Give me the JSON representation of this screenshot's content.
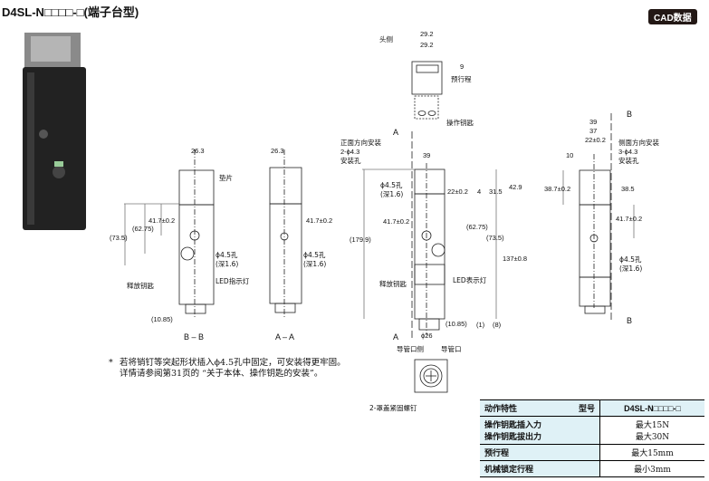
{
  "header": {
    "title": "D4SL-N□□□□-□(端子台型)",
    "cad_badge": "CAD数据"
  },
  "labels": {
    "head": "头侧",
    "dim_29_2_a": "29.2",
    "dim_29_2_b": "29.2",
    "dim_9": "9",
    "pretravel": "预行程",
    "op_key": "操作钥匙",
    "front_mount": "正面方向安装",
    "front_holes": "2-ϕ4.3",
    "mount_hole": "安装孔",
    "dim_39_front": "39",
    "hole45_front": "ϕ4.5孔",
    "depth_front": "(深1.6)",
    "dim_22_front": "22±0.2",
    "dim_4": "4",
    "dim_31_5": "31.5",
    "dim_42_9": "42.9",
    "dim_41_7_front": "41.7±0.2",
    "dim_62_75_front": "(62.75)",
    "dim_73_5_front": "(73.5)",
    "dim_179_9": "(179.9)",
    "dim_137": "137±0.8",
    "release_key_front": "释放钥匙",
    "led_front": "LED表示灯",
    "dim_10_85_front": "(10.85)",
    "dim_1": "(1)",
    "dim_8": "(8)",
    "dim_26": "ϕ26",
    "sec_a_top": "A",
    "sec_a_bot": "A",
    "conduit_front": "导管口侧",
    "conduit": "导管口",
    "cover_screws": "2-罩盖紧固螺钉",
    "dim_39_side": "39",
    "dim_37": "37",
    "dim_22_side": "22±0.2",
    "dim_10": "10",
    "side_mount": "侧面方向安装",
    "side_holes": "3-ϕ4.3",
    "side_hole_label": "安装孔",
    "dim_38_7": "38.7±0.2",
    "dim_38_5": "38.5",
    "dim_41_7_side": "41.7±0.2",
    "hole45_side": "ϕ4.5孔",
    "depth_side": "(深1.6)",
    "sec_b_top": "B",
    "sec_b_bot": "B",
    "dim_26_3_bb": "26.3",
    "dim_26_3_aa": "26.3",
    "gasket": "垫片",
    "dim_41_7_bb": "41.7±0.2",
    "dim_62_75_bb": "(62.75)",
    "dim_73_5_bb": "(73.5)",
    "hole45_bb": "ϕ4.5孔",
    "depth_bb": "(深1.6)",
    "release_key_bb": "释放钥匙",
    "led_bb": "LED指示灯",
    "dim_10_85_bb": "(10.85)",
    "dim_41_7_aa": "41.7±0.2",
    "hole45_aa": "ϕ4.5孔",
    "depth_aa": "(深1.6)",
    "view_bb": "B – B",
    "view_aa": "A – A"
  },
  "note": {
    "marker": "*",
    "line1": "若将销钉等突起形状插入ϕ4.5孔中固定，可安装得更牢固。",
    "line2": "详情请参阅第31页的 “关于本体、操作钥匙的安装”。"
  },
  "spec_table": {
    "header_left": "动作特性",
    "header_mid": "型号",
    "header_right": "D4SL-N□□□□-□",
    "rows": [
      {
        "label": "操作钥匙插入力\n操作钥匙拔出力",
        "l1": "操作钥匙插入力",
        "l2": "操作钥匙拔出力",
        "v1": "最大15N",
        "v2": "最大30N"
      },
      {
        "label": "预行程",
        "value": "最大15mm"
      },
      {
        "label": "机械锁定行程",
        "value": "最小3mm"
      }
    ]
  },
  "colors": {
    "badge_bg": "#231815",
    "table_header_bg": "#dff1f6"
  }
}
